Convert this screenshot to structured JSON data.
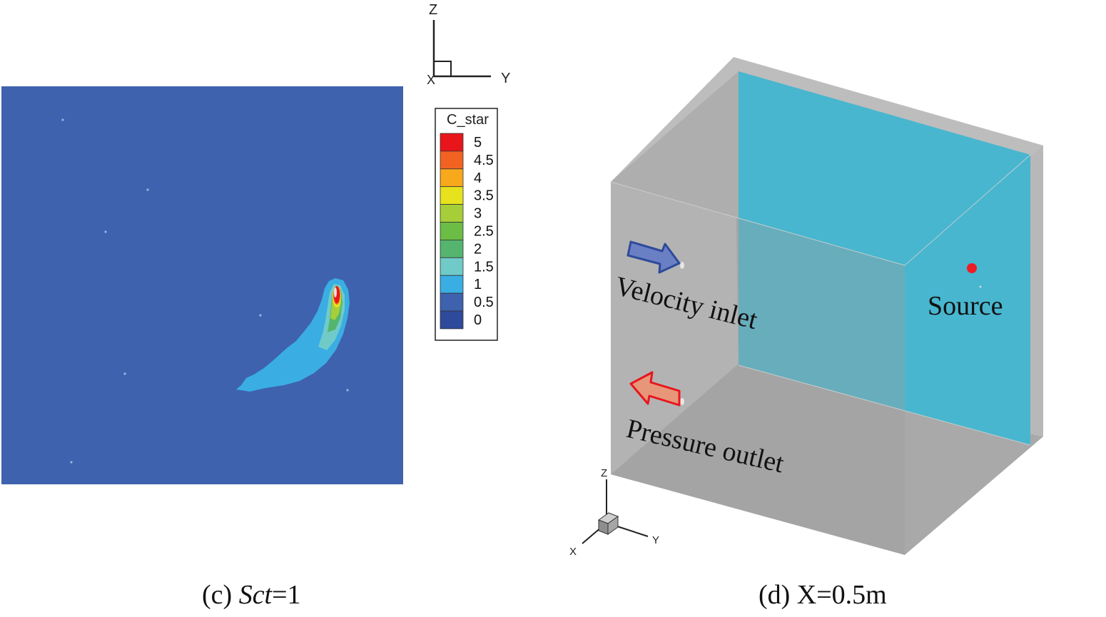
{
  "left_panel": {
    "caption_prefix": "(c) ",
    "caption_var": "Sct",
    "caption_suffix": "=1",
    "background_color": "#3e62ae",
    "axes": {
      "vertical": "Z",
      "horizontal": "Y",
      "depth": "X"
    },
    "legend": {
      "title": "C_star",
      "levels": [
        {
          "label": "5",
          "color": "#e8161b"
        },
        {
          "label": "4.5",
          "color": "#f26322"
        },
        {
          "label": "4",
          "color": "#f7a81b"
        },
        {
          "label": "3.5",
          "color": "#e6e31e"
        },
        {
          "label": "3",
          "color": "#a6ce39"
        },
        {
          "label": "2.5",
          "color": "#6bbd45"
        },
        {
          "label": "2",
          "color": "#55b56f"
        },
        {
          "label": "1.5",
          "color": "#70cbc8"
        },
        {
          "label": "1",
          "color": "#3aaee3"
        },
        {
          "label": "0.5",
          "color": "#3e62ae"
        },
        {
          "label": "0",
          "color": "#2e4a9b"
        }
      ]
    }
  },
  "right_panel": {
    "caption": "(d) X=0.5m",
    "box_color": "#b3b3b3",
    "plane_color": "#48b6cf",
    "inlet_label": "Velocity inlet",
    "inlet_arrow_color": "#2e4a9b",
    "outlet_label": "Pressure outlet",
    "outlet_arrow_color": "#e8161b",
    "source_label": "Source",
    "source_color": "#ee1c25",
    "axes": {
      "vertical": "Z",
      "horizontal": "Y",
      "depth": "X"
    }
  }
}
